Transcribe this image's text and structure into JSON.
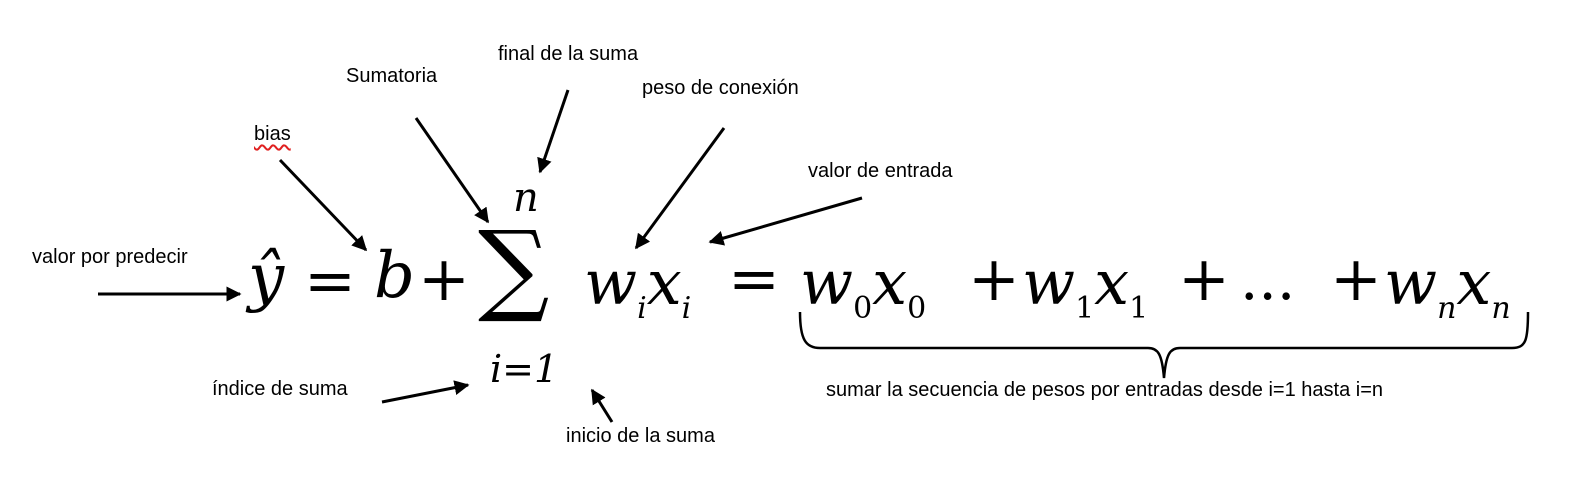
{
  "annotations": {
    "final_suma": "final de la suma",
    "sumatoria": "Sumatoria",
    "peso_conexion": "peso de conexión",
    "bias": "bias",
    "valor_entrada": "valor de entrada",
    "valor_predecir": "valor por predecir",
    "indice_suma": "índice de suma",
    "inicio_suma": "inicio de la suma",
    "sumar_secuencia": "sumar la secuencia de pesos por entradas desde i=1 hasta i=n"
  },
  "equation": {
    "yhat": "ŷ",
    "eq1": "=",
    "b": "b",
    "plus1": "+",
    "sigma": "∑",
    "upper": "n",
    "lower": "i=1",
    "w": "w",
    "x": "x",
    "sub_i": "i",
    "eq2": "=",
    "sub_0": "0",
    "sub_1": "1",
    "plus2": "+",
    "plus3": "+",
    "dots": "...",
    "plus4": "+",
    "sub_n": "n"
  },
  "colors": {
    "spellcheck_underline": "#e02020"
  }
}
